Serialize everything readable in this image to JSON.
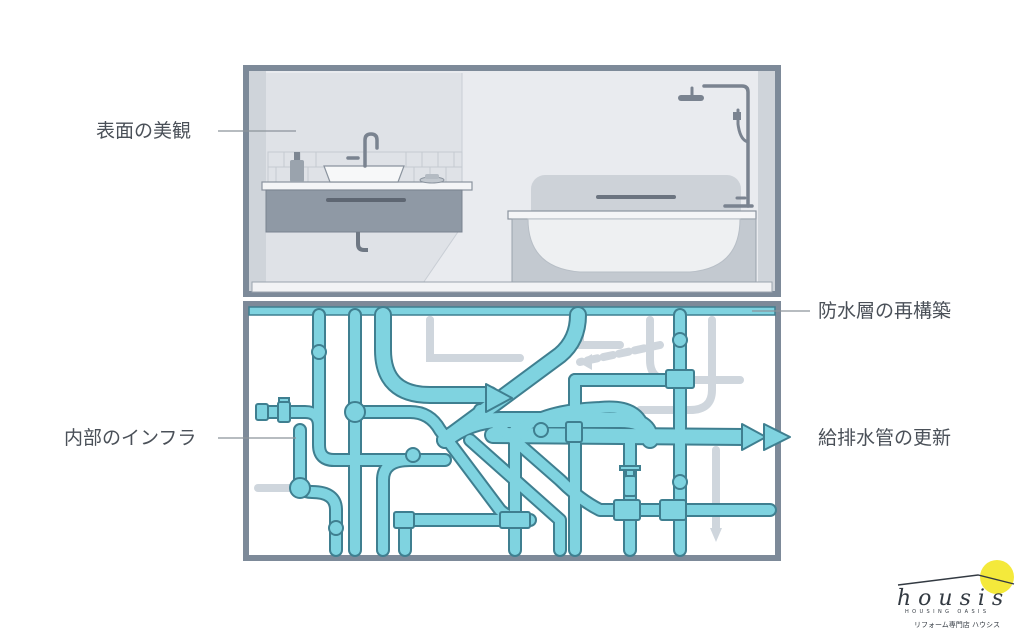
{
  "labels": {
    "surface": "表面の美観",
    "infrastructure": "内部のインフラ",
    "waterproofing": "防水層の再構築",
    "pipe_renewal": "給排水管の更新"
  },
  "logo": {
    "name": "housis",
    "subtitle": "HOUSING OASIS",
    "tagline": "リフォーム専門店 ハウシス"
  },
  "colors": {
    "frame": "#7d8a99",
    "bathroom_bg": "#e8eaee",
    "pipe_fill": "#7fd3e0",
    "pipe_stroke": "#3f7f90",
    "ghost_pipe": "#cfd6dd",
    "logo_sun": "#f4e93b"
  },
  "icons": [
    "sink-icon",
    "faucet-icon",
    "bathtub-icon",
    "shower-icon",
    "flow-arrow-icon"
  ]
}
